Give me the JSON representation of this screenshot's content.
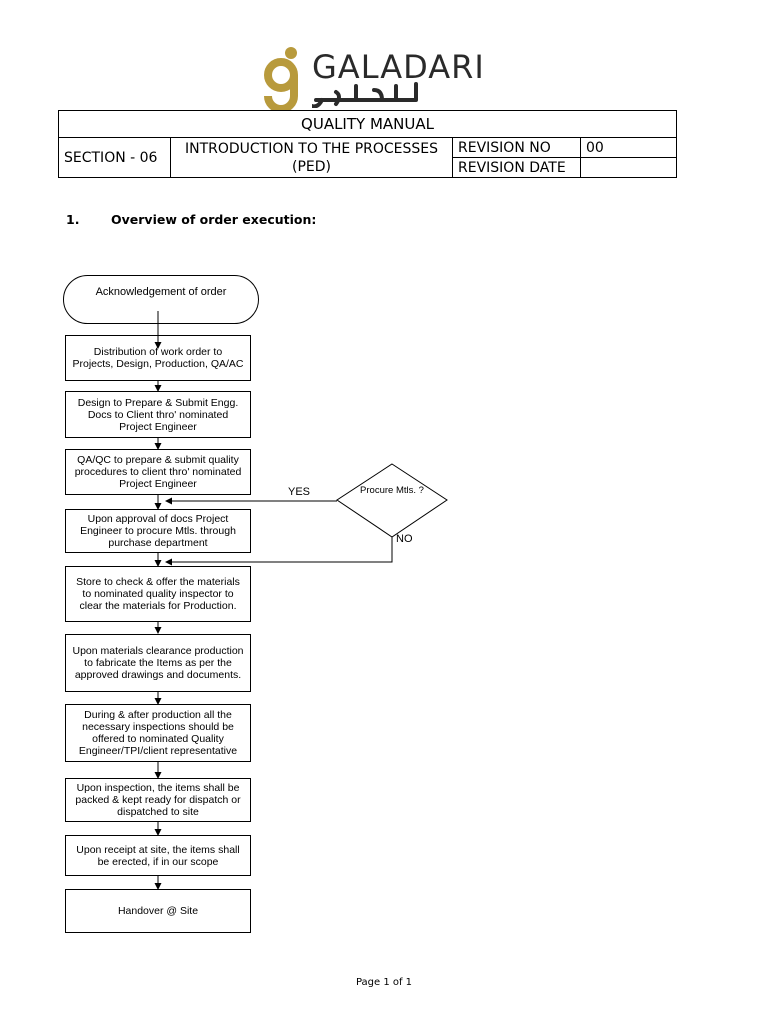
{
  "logo": {
    "name": "GALADARI",
    "arabic": "كلداري",
    "accent_color": "#b89a3c"
  },
  "header": {
    "title": "QUALITY MANUAL",
    "section": "SECTION - 06",
    "intro": "INTRODUCTION TO THE PROCESSES (PED)",
    "revision_no_label": "REVISION NO",
    "revision_no_value": "00",
    "revision_date_label": "REVISION DATE",
    "revision_date_value": ""
  },
  "heading": {
    "number": "1.",
    "text": "Overview of order execution:"
  },
  "flowchart": {
    "start": "Acknowledgement of order",
    "steps": [
      "Distribution of work order to Projects, Design, Production, QA/AC",
      "Design to Prepare & Submit Engg. Docs to Client thro' nominated Project Engineer",
      "QA/QC to prepare & submit quality procedures to client thro' nominated Project Engineer",
      "Upon approval of docs Project Engineer to procure Mtls. through purchase department",
      "Store to check & offer the materials to nominated quality inspector to clear the materials for Production.",
      "Upon materials clearance production to fabricate the Items as per the approved drawings and documents.",
      "During & after production all the necessary inspections should be offered to nominated Quality Engineer/TPI/client representative",
      "Upon inspection, the items shall be packed & kept ready for dispatch or dispatched to site",
      "Upon receipt at site, the items shall be erected, if in our scope",
      "Handover @ Site"
    ],
    "decision": "Procure Mtls. ?",
    "yes_label": "YES",
    "no_label": "NO"
  },
  "footer": {
    "page": "Page 1 of 1"
  }
}
